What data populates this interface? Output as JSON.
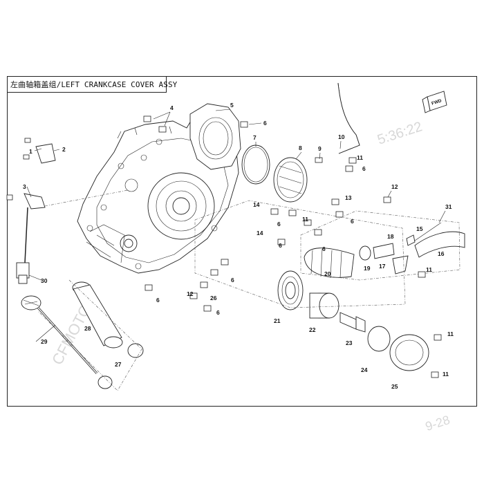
{
  "title": "左曲轴箱盖组/LEFT CRANKCASE COVER ASSY",
  "fwd_label": "FWD",
  "watermarks": {
    "left": "CFMOTO",
    "timestamp": "5:36:22",
    "corner": "9-28"
  },
  "callouts": [
    "1",
    "2",
    "3",
    "4",
    "5",
    "6",
    "6",
    "6",
    "6",
    "6",
    "6",
    "6",
    "6",
    "6",
    "7",
    "8",
    "9",
    "10",
    "11",
    "11",
    "11",
    "11",
    "11",
    "12",
    "12",
    "13",
    "14",
    "14",
    "15",
    "16",
    "17",
    "18",
    "19",
    "20",
    "21",
    "22",
    "23",
    "24",
    "25",
    "26",
    "27",
    "28",
    "29",
    "30",
    "31"
  ]
}
